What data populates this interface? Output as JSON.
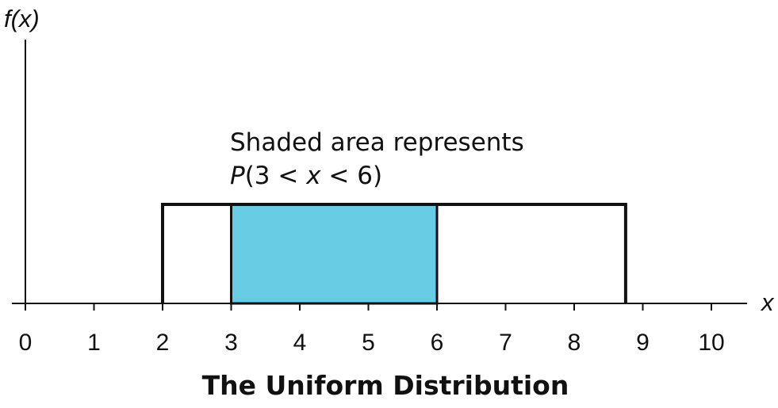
{
  "chart_data": {
    "type": "area",
    "title": "The Uniform Distribution",
    "xlabel": "x",
    "ylabel": "f(x)",
    "xlim": [
      0,
      10.5
    ],
    "x_ticks": [
      0,
      1,
      2,
      3,
      4,
      5,
      6,
      7,
      8,
      9,
      10
    ],
    "distribution": {
      "lower": 2,
      "upper": 8.75
    },
    "shaded_interval": [
      3,
      6
    ],
    "shade_color": "#67cce4",
    "annotation": {
      "line1": "Shaded area represents",
      "line2": {
        "prefix": "P",
        "open": "(3 < ",
        "var": "x",
        "close": " < 6)"
      }
    },
    "grid": false,
    "legend": "none"
  }
}
